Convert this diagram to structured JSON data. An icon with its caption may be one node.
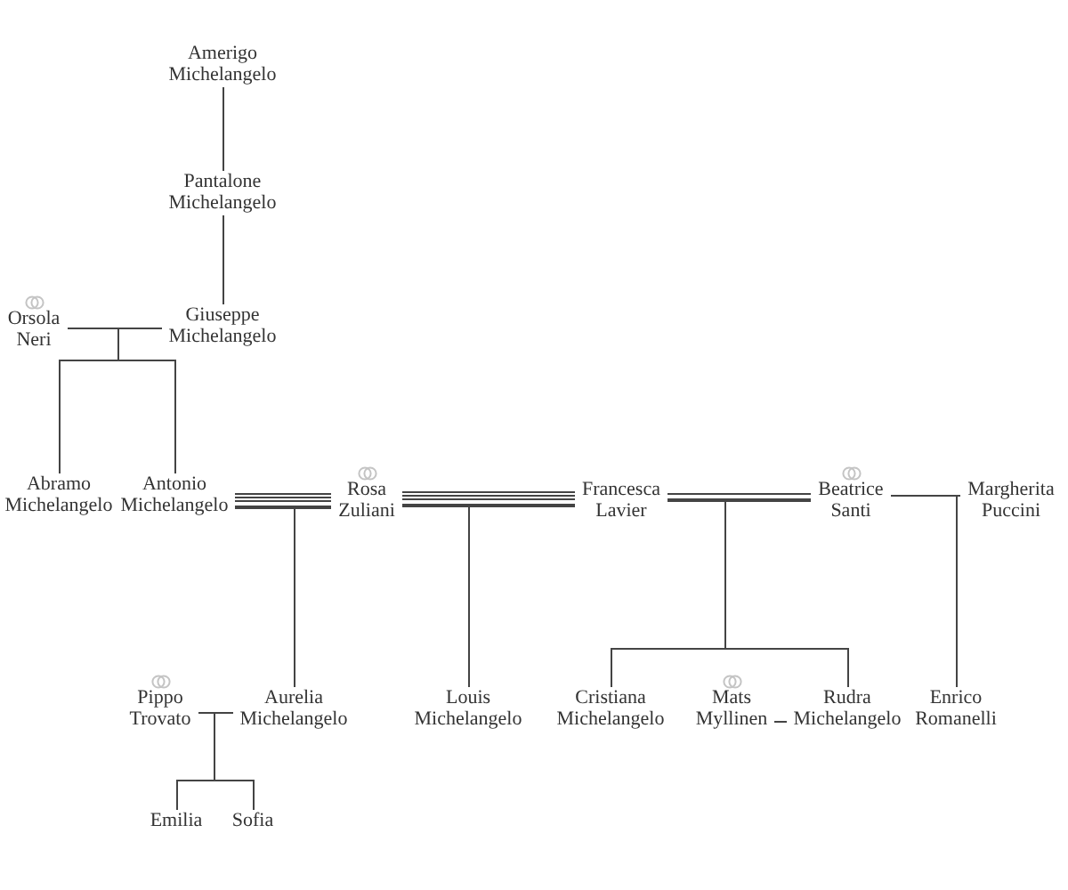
{
  "diagram": {
    "nodes": [
      {
        "text": [
          "Amerigo Michelangelo"
        ]
      },
      {
        "text": [
          "Pantalone Michelangelo"
        ]
      },
      {
        "text": [
          "Orsola Neri"
        ]
      },
      {
        "text": [
          "Giuseppe Michelangelo"
        ]
      },
      {
        "text": [
          "Abramo Michelangelo"
        ]
      },
      {
        "text": [
          "Antonio Michelangelo"
        ]
      },
      {
        "text": [
          "Rosa Zuliani"
        ]
      },
      {
        "text": [
          "Francesca Lavier"
        ]
      },
      {
        "text": [
          "Beatrice Santi"
        ]
      },
      {
        "text": [
          "Margherita Puccini"
        ]
      },
      {
        "text": [
          "Pippo Trovato"
        ]
      },
      {
        "text": [
          "Aurelia Michelangelo"
        ]
      },
      {
        "text": [
          "Louis Michelangelo"
        ]
      },
      {
        "text": [
          "Cristiana Michelangelo"
        ]
      },
      {
        "text": [
          "Mats Myllinen"
        ]
      },
      {
        "text": [
          "Rudra Michelangelo"
        ]
      },
      {
        "text": [
          "Enrico Romanelli"
        ]
      },
      {
        "text": [
          "Emilia"
        ]
      },
      {
        "text": [
          "Sofia"
        ]
      }
    ],
    "edges": [
      {
        "from": 0,
        "to": 1,
        "arrow": "none"
      },
      {
        "from": 1,
        "to": 3,
        "arrow": "none"
      },
      {
        "from": 2,
        "to": 3,
        "arrow": "none"
      },
      {
        "from": 2,
        "to": 4,
        "arrow": "none"
      },
      {
        "from": 3,
        "to": 4,
        "arrow": "none"
      },
      {
        "from": 2,
        "to": 5,
        "arrow": "none"
      },
      {
        "from": 3,
        "to": 5,
        "arrow": "none"
      },
      {
        "from": 5,
        "to": 6,
        "arrow": "none"
      },
      {
        "from": 5,
        "to": 11,
        "arrow": "none"
      },
      {
        "from": 6,
        "to": 11,
        "arrow": "none"
      },
      {
        "from": 6,
        "to": 7,
        "arrow": "none"
      },
      {
        "from": 6,
        "to": 12,
        "arrow": "none"
      },
      {
        "from": 7,
        "to": 12,
        "arrow": "none"
      },
      {
        "from": 7,
        "to": 8,
        "arrow": "none"
      },
      {
        "from": 7,
        "to": 13,
        "arrow": "none"
      },
      {
        "from": 8,
        "to": 13,
        "arrow": "none"
      },
      {
        "from": 7,
        "to": 15,
        "arrow": "none"
      },
      {
        "from": 8,
        "to": 15,
        "arrow": "none"
      },
      {
        "from": 8,
        "to": 9,
        "arrow": "none"
      },
      {
        "from": 8,
        "to": 16,
        "arrow": "none"
      },
      {
        "from": 9,
        "to": 16,
        "arrow": "none"
      },
      {
        "from": 14,
        "to": 15,
        "arrow": "none"
      },
      {
        "from": 10,
        "to": 11,
        "arrow": "none"
      },
      {
        "from": 10,
        "to": 17,
        "arrow": "none"
      },
      {
        "from": 11,
        "to": 17,
        "arrow": "none"
      },
      {
        "from": 10,
        "to": 18,
        "arrow": "none"
      },
      {
        "from": 11,
        "to": 18,
        "arrow": "none"
      }
    ]
  }
}
